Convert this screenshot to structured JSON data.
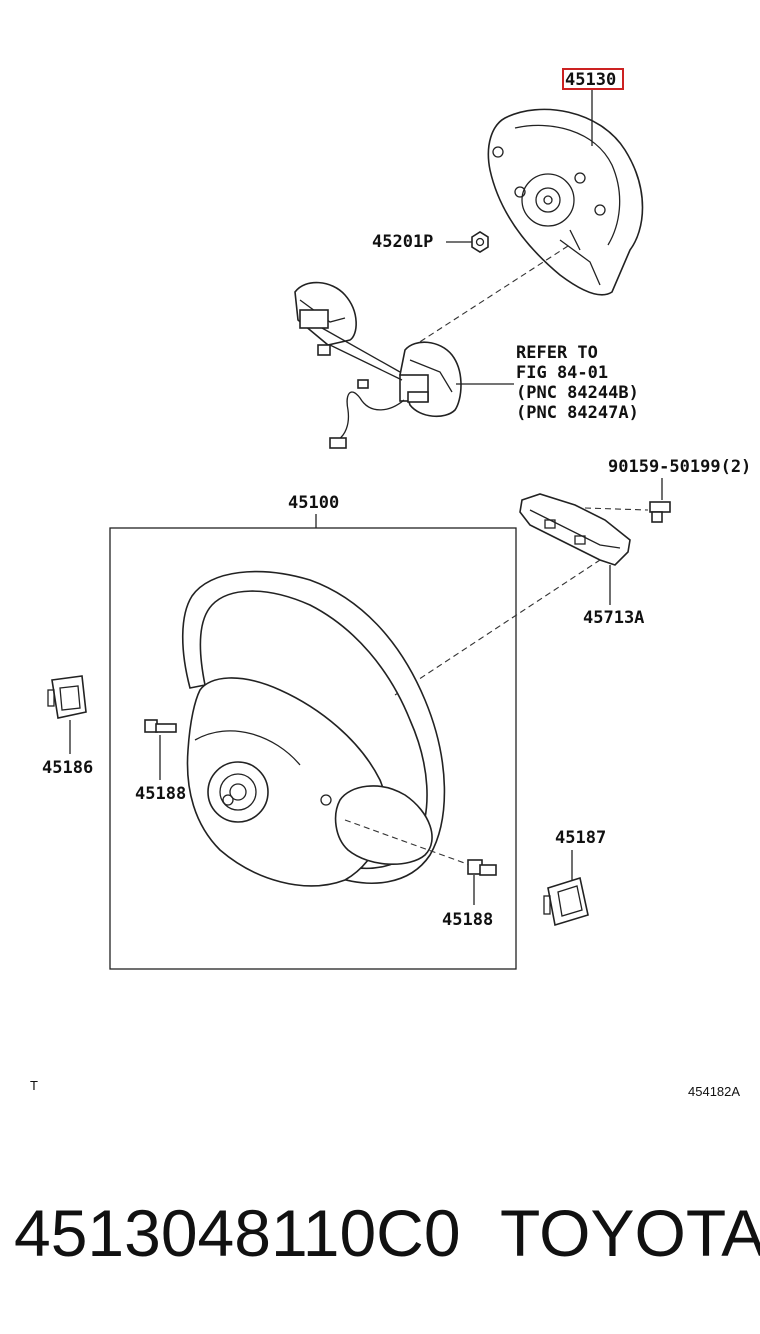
{
  "callouts": {
    "p45130": "45130",
    "p45201p": "45201P",
    "refer_line1": "REFER TO",
    "refer_line2": "FIG 84-01",
    "refer_line3": "(PNC 84244B)",
    "refer_line4": "(PNC 84247A)",
    "p90159": "90159-50199(2)",
    "p45100": "45100",
    "p45713a": "45713A",
    "p45186": "45186",
    "p45188_left": "45188",
    "p45187": "45187",
    "p45188_right": "45188"
  },
  "footer": {
    "left_mark": "T",
    "illustration_code": "454182A"
  },
  "caption": {
    "part_number": "4513048110C0",
    "brand": "TOYOTA"
  },
  "colors": {
    "highlight": "#cc2222",
    "ink": "#222222"
  }
}
